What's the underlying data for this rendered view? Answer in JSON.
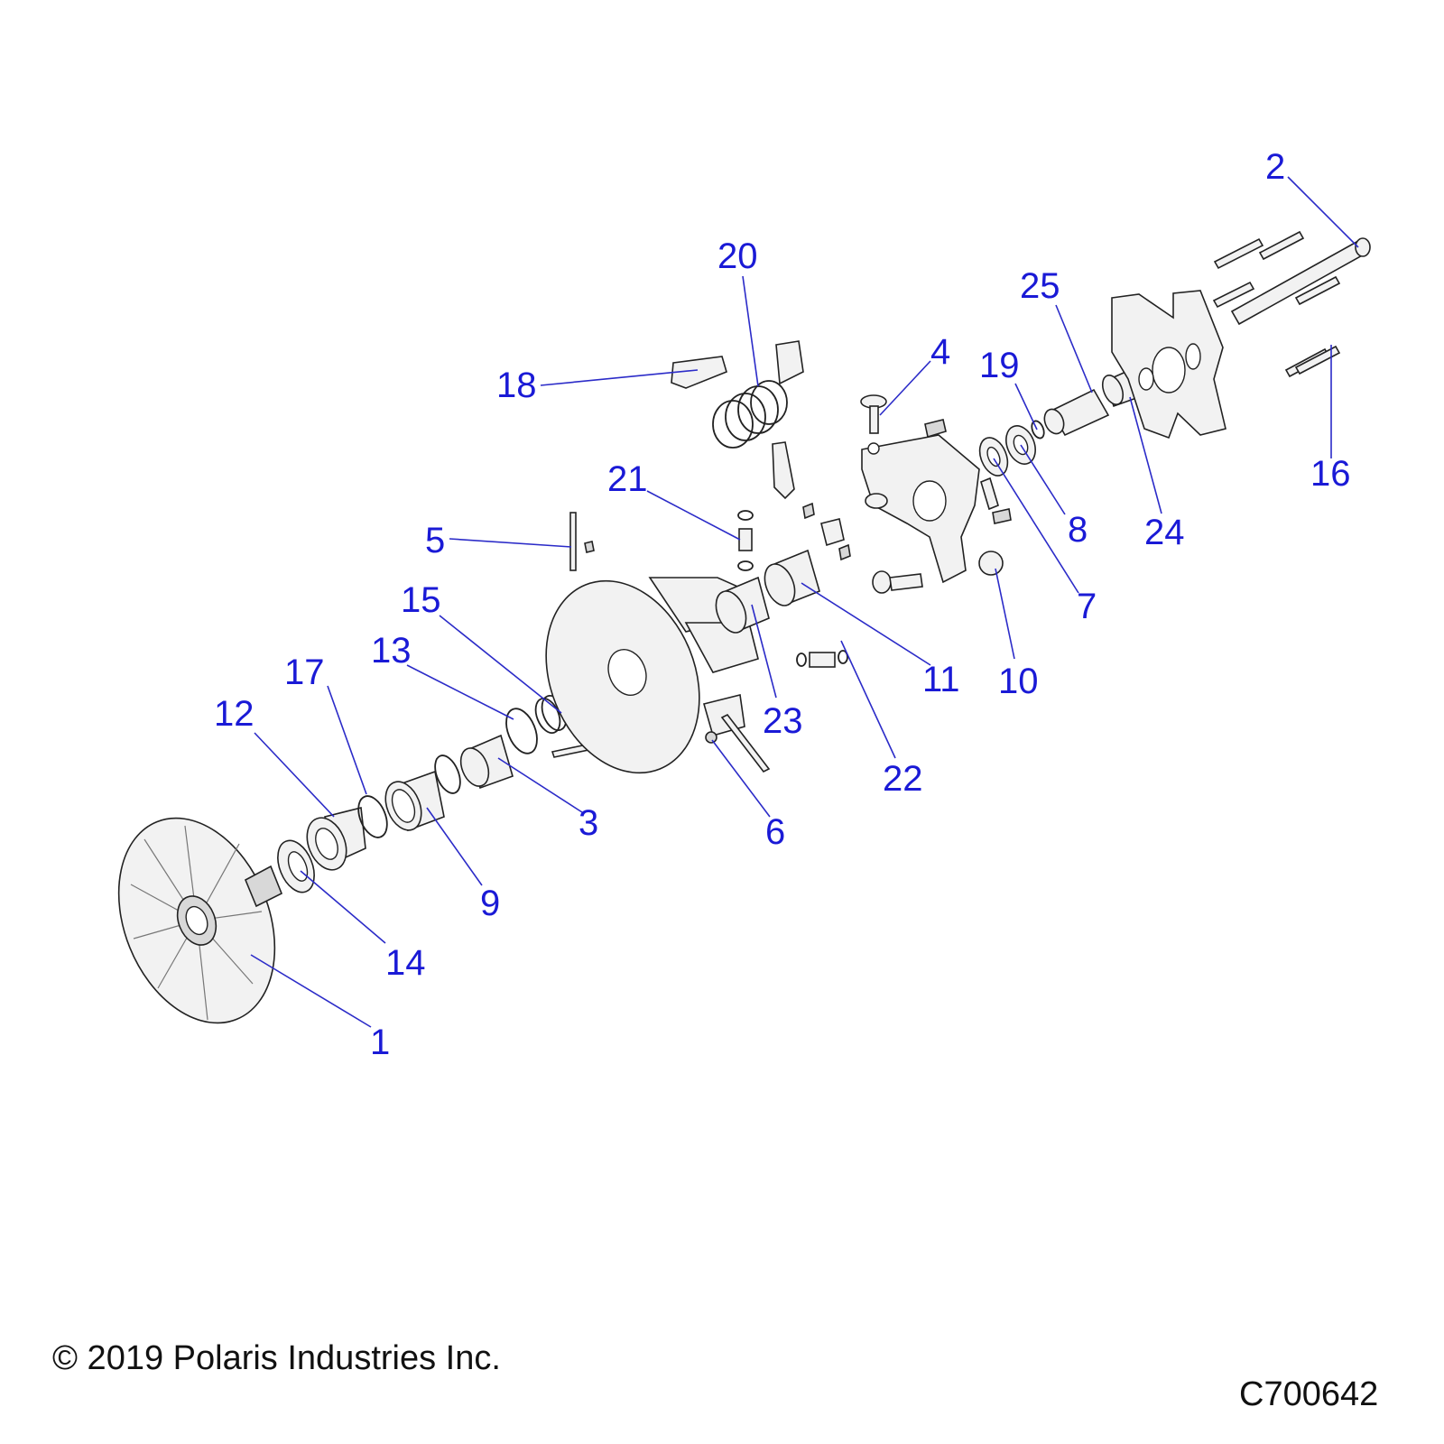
{
  "callouts": [
    {
      "id": "1",
      "label": "1"
    },
    {
      "id": "2",
      "label": "2"
    },
    {
      "id": "3",
      "label": "3"
    },
    {
      "id": "4",
      "label": "4"
    },
    {
      "id": "5",
      "label": "5"
    },
    {
      "id": "6",
      "label": "6"
    },
    {
      "id": "7",
      "label": "7"
    },
    {
      "id": "8",
      "label": "8"
    },
    {
      "id": "9",
      "label": "9"
    },
    {
      "id": "10",
      "label": "10"
    },
    {
      "id": "11",
      "label": "11"
    },
    {
      "id": "12",
      "label": "12"
    },
    {
      "id": "13",
      "label": "13"
    },
    {
      "id": "14",
      "label": "14"
    },
    {
      "id": "15",
      "label": "15"
    },
    {
      "id": "16",
      "label": "16"
    },
    {
      "id": "17",
      "label": "17"
    },
    {
      "id": "18",
      "label": "18"
    },
    {
      "id": "19",
      "label": "19"
    },
    {
      "id": "20",
      "label": "20"
    },
    {
      "id": "21",
      "label": "21"
    },
    {
      "id": "22",
      "label": "22"
    },
    {
      "id": "23",
      "label": "23"
    },
    {
      "id": "24",
      "label": "24"
    },
    {
      "id": "25",
      "label": "25"
    }
  ],
  "footer": {
    "copyright": "© 2019 Polaris Industries Inc.",
    "drawing_number": "C700642"
  },
  "colors": {
    "callout": "#1a1ad6",
    "leader": "#2b2bc8",
    "linework": "#222222"
  }
}
